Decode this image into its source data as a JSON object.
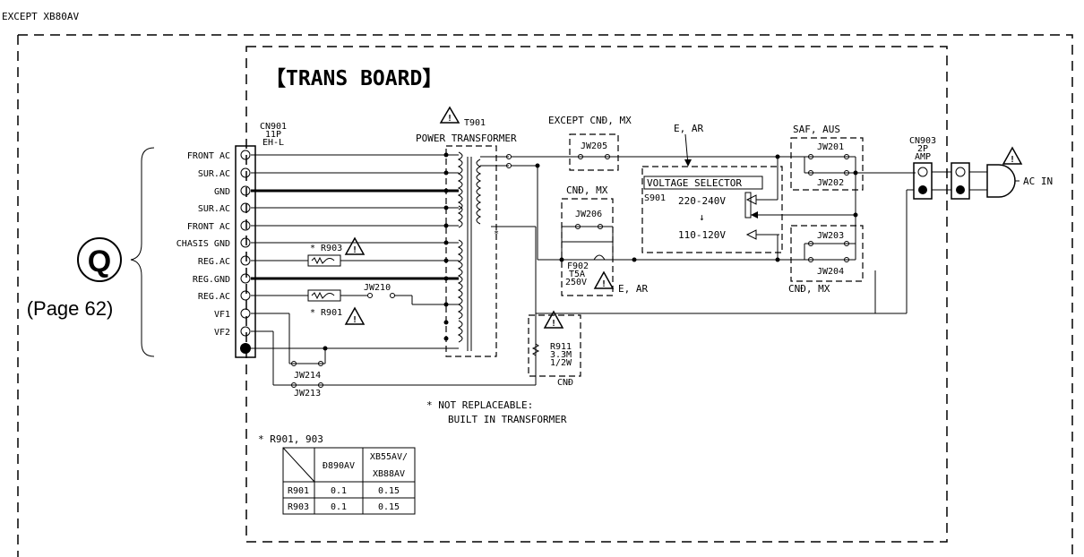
{
  "header": {
    "title": "EXCEPT XB80AV"
  },
  "board": {
    "title": "【TRANS BOARD】"
  },
  "connector_q": {
    "letter": "Q",
    "page_ref": "(Page 62)",
    "pins": [
      "FRONT AC",
      "SUR.AC",
      "GND",
      "SUR.AC",
      "FRONT AC",
      "CHASIS GND",
      "REG.AC",
      "REG.GND",
      "REG.AC",
      "VF1",
      "VF2"
    ]
  },
  "cn901": {
    "l1": "CN901",
    "l2": "11P",
    "l3": "EH-L"
  },
  "t901": {
    "ref": "T901",
    "name": "POWER TRANSFORMER"
  },
  "labels": {
    "except_cnd_mx": "EXCEPT CNĐ, MX",
    "jw205": "JW205",
    "e_ar_top": "E, AR",
    "voltage_selector": "VOLTAGE SELECTOR",
    "s901": "S901",
    "v220": "220-240V",
    "arrow": "↓",
    "v110": "110-120V",
    "saf_aus": "SAF, AUS",
    "jw201": "JW201",
    "jw202": "JW202",
    "cnd_mx1": "CNĐ, MX",
    "jw206": "JW206",
    "jw203": "JW203",
    "jw204": "JW204",
    "cnd_mx2": "CNĐ, MX",
    "f902_1": "F902",
    "f902_2": "T5A",
    "f902_3": "250V",
    "e_ar_bot": "E, AR",
    "cn903_1": "CN903",
    "cn903_2": "2P",
    "cn903_3": "AMP",
    "ac_in": "AC IN",
    "r903": "* R903",
    "r901": "* R901",
    "jw210": "JW210",
    "jw214": "JW214",
    "jw213": "JW213",
    "r911_1": "R911",
    "r911_2": "3.3M",
    "r911_3": "1/2W",
    "cnd": "CNĐ",
    "note1": "* NOT REPLACEABLE:",
    "note2": "BUILT IN TRANSFORMER",
    "star": "*"
  },
  "table": {
    "title": "* R901, 903",
    "col1": "Đ890AV",
    "col2a": "XB55AV/",
    "col2b": "XB88AV",
    "rows": [
      {
        "name": "R901",
        "v1": "0.1",
        "v2": "0.15"
      },
      {
        "name": "R903",
        "v1": "0.1",
        "v2": "0.15"
      }
    ]
  }
}
